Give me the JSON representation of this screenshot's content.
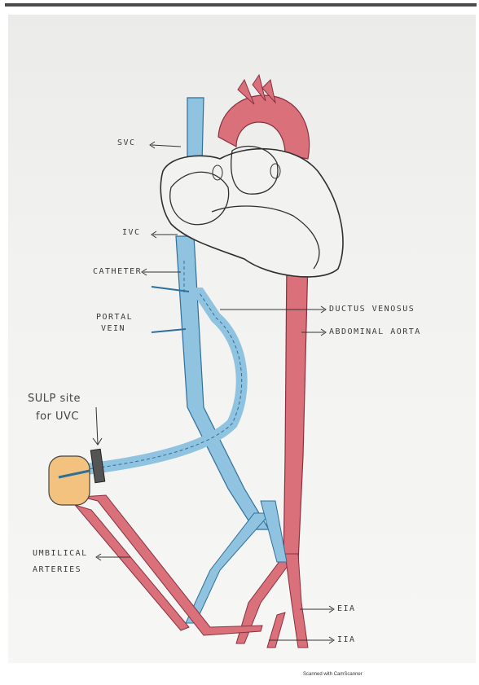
{
  "labels": {
    "svc": "SVC",
    "ivc": "IVC",
    "catheter": "CATHETER",
    "portal_vein_line1": "PORTAL",
    "portal_vein_line2": "VEIN",
    "ductus_venosus": "DUCTUS VENOSUS",
    "abdominal_aorta": "ABDOMINAL AORTA",
    "sulp_line1": "SULP site",
    "sulp_line2": "for UVC",
    "umbilical_line1": "UMBILICAL",
    "umbilical_line2": "ARTERIES",
    "eia": "EIA",
    "iia": "IIA"
  },
  "colors": {
    "vein_blue": "#8fc3e0",
    "artery_red": "#d9707a",
    "heart_outline": "#2f2f2f",
    "stump_orange": "#f2c27e"
  },
  "watermark": "Scanned with CamScanner"
}
